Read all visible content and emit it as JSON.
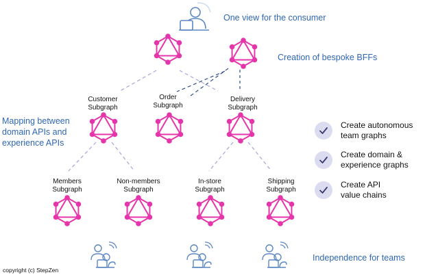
{
  "labels": {
    "consumer": "One view for the consumer",
    "bffs": "Creation of bespoke BFFs",
    "mapping_line1": "Mapping between",
    "mapping_line2": "domain APIs and",
    "mapping_line3": "experience APIs",
    "independence": "Independence for teams",
    "copyright": "copyright (c) StepZen"
  },
  "subgraphs": {
    "customer": [
      "Customer",
      "Subgraph"
    ],
    "order": [
      "Order",
      "Subgraph"
    ],
    "delivery": [
      "Delivery",
      "Subgraph"
    ],
    "members": [
      "Members",
      "Subgraph"
    ],
    "non_members": [
      "Non-members",
      "Subgraph"
    ],
    "in_store": [
      "In-store",
      "Subgraph"
    ],
    "shipping": [
      "Shipping",
      "Subgraph"
    ]
  },
  "checklist": [
    {
      "line1": "Create autonomous",
      "line2": "team graphs"
    },
    {
      "line1": "Create domain &",
      "line2": "experience graphs"
    },
    {
      "line1": "Create API",
      "line2": "value chains"
    }
  ],
  "colors": {
    "graphql_pink": "#e535ab",
    "label_blue": "#2f66b3",
    "connector_lavender": "#a9a4d8",
    "connector_navy": "#2e4b8a",
    "icon_blue": "#5b87c5",
    "check_bg": "#dcdcf0",
    "check_mark": "#3a3a6e"
  },
  "icons": [
    "graphql-logo-icon",
    "consumer-laptop-icon",
    "team-icon",
    "check-icon"
  ]
}
